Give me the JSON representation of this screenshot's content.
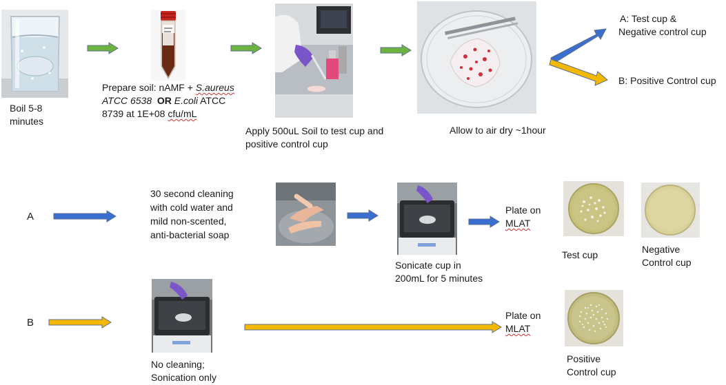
{
  "steps": {
    "boil": {
      "line1": "Boil 5-8",
      "line2": "minutes"
    },
    "prepare_soil": {
      "prefix": "Prepare soil: nAMF + ",
      "organism1": "S.aureus",
      "strain1": "ATCC 6538",
      "connector": "OR",
      "organism2": "E.coli",
      "strain2_suffix": " ATCC",
      "strain2_line3": "8739 at 1E+08 ",
      "unit": "cfu/mL"
    },
    "apply_soil": {
      "line1": "Apply 500uL Soil to test cup and",
      "line2": "positive control cup"
    },
    "air_dry": {
      "label": "Allow to air dry ~1hour"
    }
  },
  "branches": {
    "a_label": "A: Test cup &",
    "a_label2": "Negative control cup",
    "b_label": "B: Positive Control cup",
    "row_a_letter": "A",
    "row_b_letter": "B"
  },
  "row_a": {
    "cleaning": {
      "line1": "30 second cleaning",
      "line2": "with cold water and",
      "line3": "mild non-scented,",
      "line4": "anti-bacterial soap"
    },
    "sonicate": {
      "line1": "Sonicate cup in",
      "line2": "200mL for 5 minutes"
    },
    "plate": {
      "line1": "Plate on",
      "line2": "MLAT"
    },
    "test_cup": "Test cup",
    "negative_control": {
      "line1": "Negative",
      "line2": "Control cup"
    }
  },
  "row_b": {
    "no_cleaning": {
      "line1": "No cleaning;",
      "line2": "Sonication only"
    },
    "plate": {
      "line1": "Plate on",
      "line2": "MLAT"
    },
    "positive_control": {
      "line1": "Positive",
      "line2": "Control cup"
    }
  },
  "colors": {
    "green_arrow": "#6cb33f",
    "blue_arrow": "#3a6fd0",
    "yellow_arrow": "#f5b800",
    "arrow_outline": "#5a6f8f",
    "spellcheck_squiggle": "#d03030"
  },
  "icons": {
    "beaker": "beaker-photo",
    "tube": "soil-tube-photo",
    "lab": "lab-pipetting-photo",
    "petri": "petri-dish-photo",
    "hands": "handwashing-photo",
    "sonicator": "sonicator-photo",
    "plate_test": "colony-plate-photo",
    "plate_negative": "blank-plate-photo",
    "plate_positive": "dense-colony-plate-photo"
  }
}
